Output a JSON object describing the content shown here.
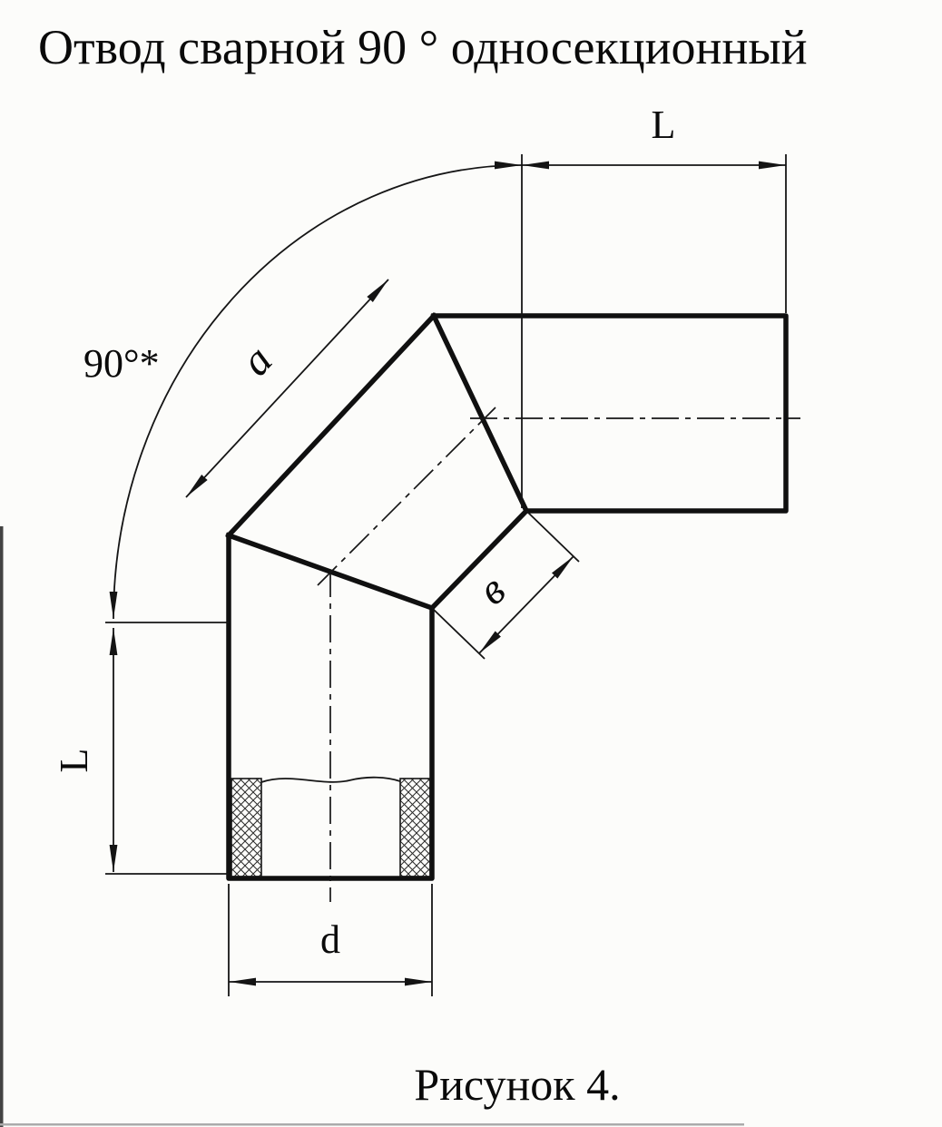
{
  "title": "Отвод сварной 90 ° односекционный",
  "caption": "Рисунок 4.",
  "dimensions": {
    "top_length_label": "L",
    "left_length_label": "L",
    "angle_label": "90°*",
    "section_length_label": "a",
    "inner_width_label": "в",
    "diameter_label": "d"
  },
  "colors": {
    "line": "#101010",
    "background": "#fcfcfa"
  }
}
